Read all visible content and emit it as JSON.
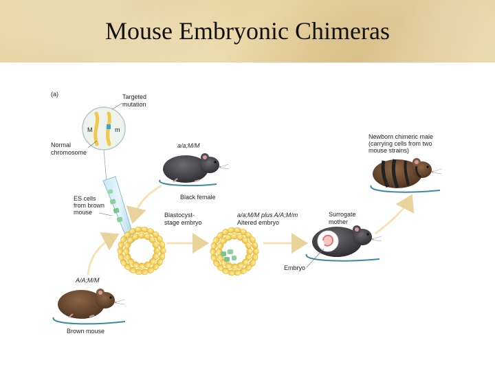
{
  "slide": {
    "title": "Mouse Embryonic Chimeras"
  },
  "figure": {
    "panel_label": "(a)",
    "chromosome": {
      "targeted_mutation": [
        "Targeted",
        "mutation"
      ],
      "normal_chromosome": [
        "Normal",
        "chromosome"
      ],
      "allele_normal": "M",
      "allele_mutant": "m"
    },
    "es_cells": [
      "ES cells",
      "from brown",
      "mouse"
    ],
    "black_female": {
      "genotype": "a/a;M/M",
      "label": "Black female"
    },
    "blastocyst": [
      "Blastocyst-",
      "stage embryo"
    ],
    "altered_embryo": {
      "genotype": "a/a;M/M plus A/A;M/m",
      "label": "Altered embryo"
    },
    "surrogate": [
      "Surrogate",
      "mother"
    ],
    "embryo": "Embryo",
    "newborn": [
      "Newborn chimeric male",
      "(carrying cells from two",
      "mouse strains)"
    ],
    "brown_mouse": {
      "genotype": "A/A;M/M",
      "label": "Brown mouse"
    }
  },
  "colors": {
    "banner": "#e6d3a0",
    "black_mouse": "#3a3a3e",
    "brown_mouse": "#6b4a30",
    "blastocyst_cells": "#f2c744",
    "es_cells": "#8fcf9c",
    "arrow": "#f3e3b5"
  }
}
